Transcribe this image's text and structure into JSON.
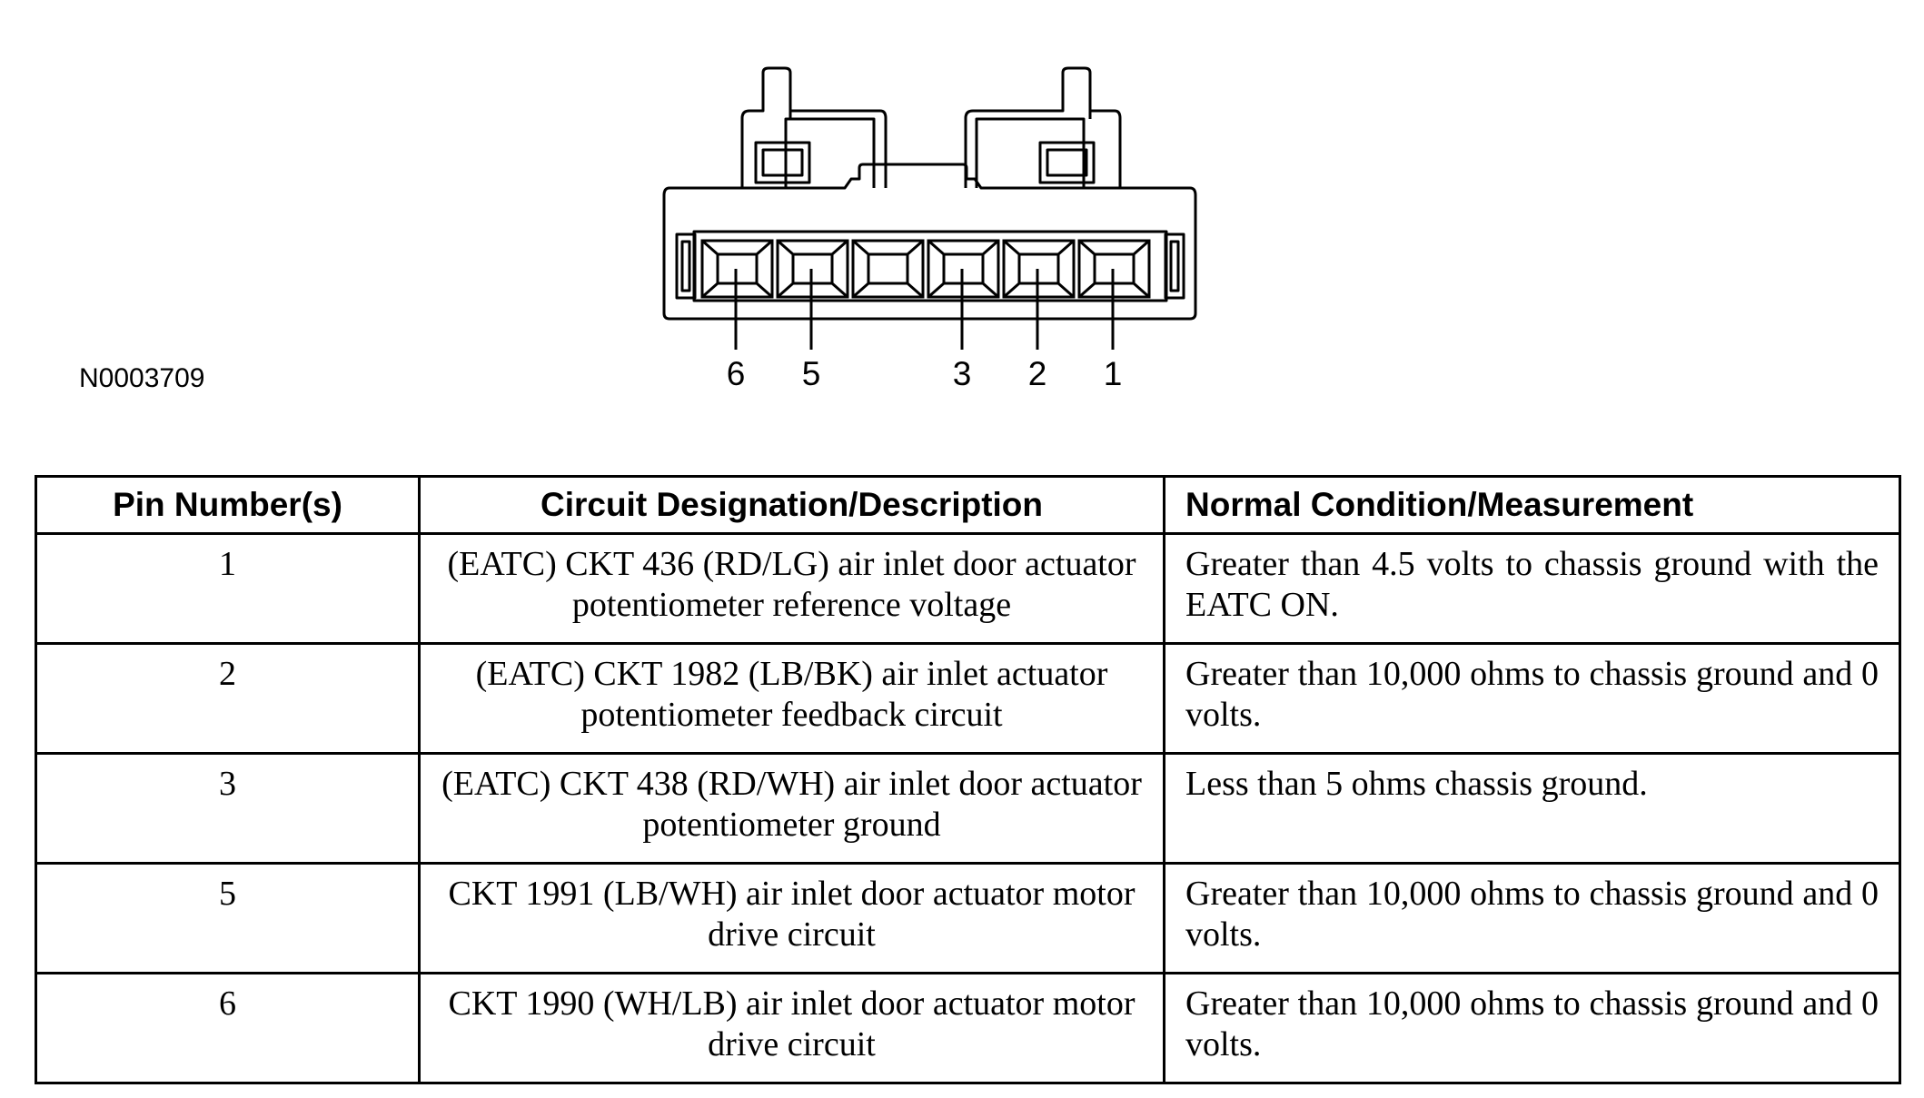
{
  "figure": {
    "reference_code": "N0003709",
    "pin_callouts": [
      "6",
      "5",
      "3",
      "2",
      "1"
    ]
  },
  "table": {
    "headers": [
      "Pin Number(s)",
      "Circuit Designation/Description",
      "Normal Condition/Measurement"
    ],
    "rows": [
      {
        "pin": "1",
        "description": "(EATC) CKT 436 (RD/LG) air inlet door actuator potentiometer reference voltage",
        "measurement": "Greater than 4.5 volts to chassis ground with the EATC ON."
      },
      {
        "pin": "2",
        "description": "(EATC) CKT 1982 (LB/BK) air inlet actuator potentiometer feedback circuit",
        "measurement": "Greater than 10,000 ohms to chassis ground and 0 volts."
      },
      {
        "pin": "3",
        "description": "(EATC) CKT 438 (RD/WH) air inlet door actuator potentiometer ground",
        "measurement": "Less than 5 ohms chassis ground."
      },
      {
        "pin": "5",
        "description": "CKT 1991 (LB/WH) air inlet door actuator motor drive circuit",
        "measurement": "Greater than 10,000 ohms to chassis ground and 0 volts."
      },
      {
        "pin": "6",
        "description": "CKT 1990 (WH/LB) air inlet door actuator motor drive circuit",
        "measurement": "Greater than 10,000 ohms to chassis ground and 0 volts."
      }
    ]
  }
}
